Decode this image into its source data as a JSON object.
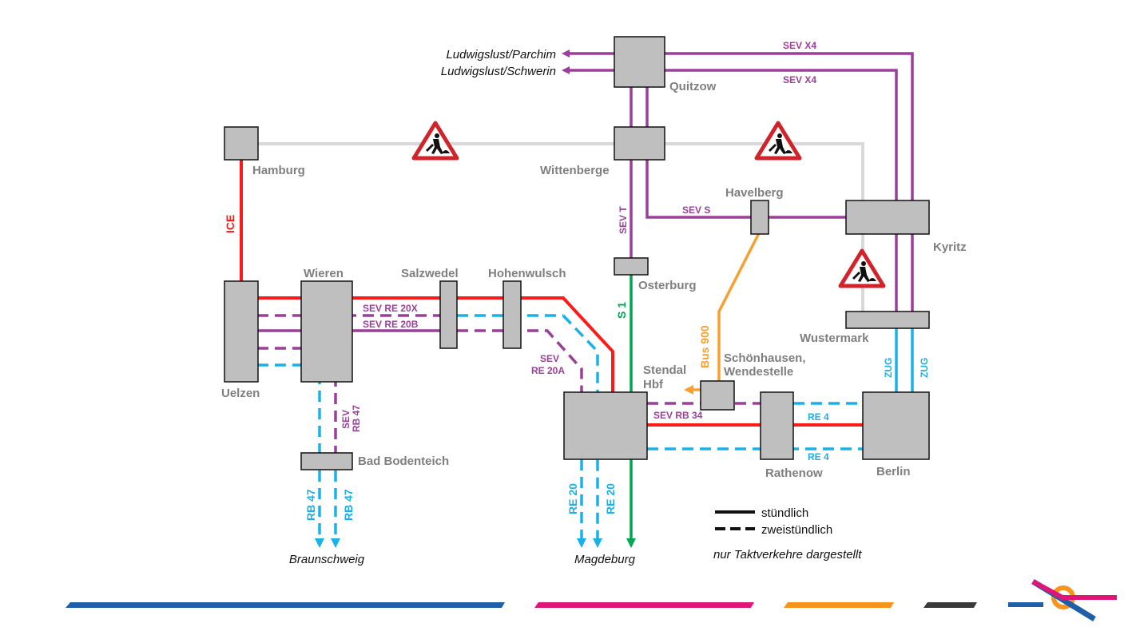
{
  "colors": {
    "ice": "#ff1a1a",
    "sev": "#9b3f9b",
    "re": "#1ab0e8",
    "s_bahn": "#00a651",
    "bus": "#f7a030",
    "track_closed": "#d9d9d9",
    "station_fill": "#bfbfbf",
    "station_label": "#7f7f7f"
  },
  "stations": {
    "hamburg": "Hamburg",
    "quitzow": "Quitzow",
    "wittenberge": "Wittenberge",
    "havelberg": "Havelberg",
    "kyritz": "Kyritz",
    "wustermark": "Wustermark",
    "wieren": "Wieren",
    "salzwedel": "Salzwedel",
    "hohenwulsch": "Hohenwulsch",
    "osterburg": "Osterburg",
    "uelzen": "Uelzen",
    "bad_bodenteich": "Bad Bodenteich",
    "stendal_1": "Stendal",
    "stendal_2": "Hbf",
    "schoenhausen_1": "Schönhausen,",
    "schoenhausen_2": "Wendestelle",
    "rathenow": "Rathenow",
    "berlin": "Berlin"
  },
  "destinations": {
    "ludwigslust_parchim": "Ludwigslust/Parchim",
    "ludwigslust_schwerin": "Ludwigslust/Schwerin",
    "braunschweig": "Braunschweig",
    "magdeburg": "Magdeburg"
  },
  "line_labels": {
    "ice": "ICE",
    "sev_x4_top": "SEV X4",
    "sev_x4_second": "SEV X4",
    "sev_t": "SEV T",
    "sev_s": "SEV S",
    "s1": "S 1",
    "bus900": "Bus 900",
    "sev_re20x": "SEV RE 20X",
    "sev_re20b": "SEV RE 20B",
    "sev_re20a_1": "SEV",
    "sev_re20a_2": "RE 20A",
    "sev_rb47_1": "SEV",
    "sev_rb47_2": "RB 47",
    "sev_rb34": "SEV RB 34",
    "re4_top": "RE 4",
    "re4_bottom": "RE 4",
    "zug_left": "ZUG",
    "zug_right": "ZUG",
    "rb47_left": "RB 47",
    "rb47_right": "RB 47",
    "re20_left": "RE 20",
    "re20_right": "RE 20"
  },
  "legend": {
    "hourly": "stündlich",
    "two_hourly": "zweistündlich",
    "note": "nur Taktverkehre dargestellt"
  },
  "icons": {
    "construction": "construction-warning-icon",
    "logo": "network-logo"
  },
  "footer_stripes": [
    "#1e5fa8",
    "#e0157a",
    "#f7941d",
    "#3a3a3a"
  ]
}
